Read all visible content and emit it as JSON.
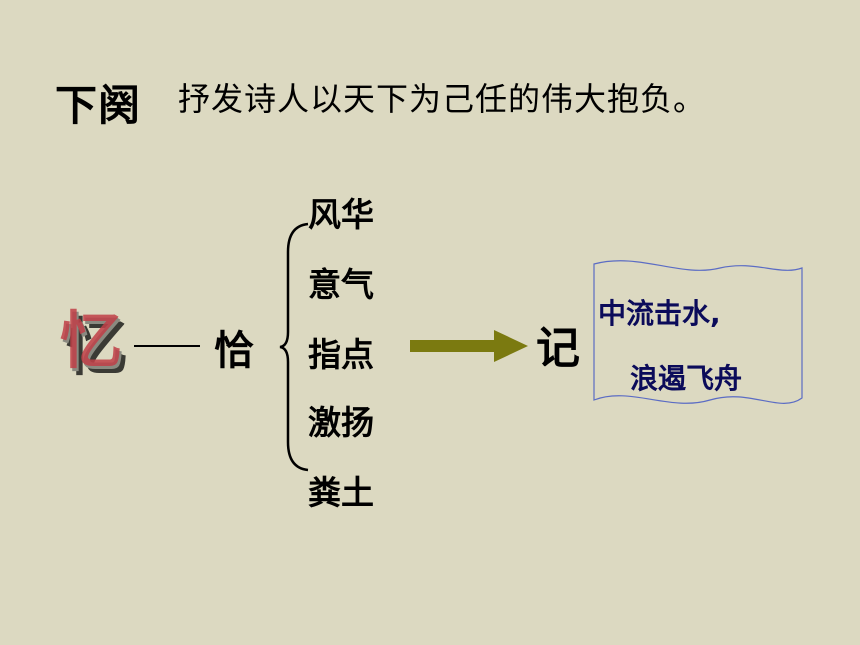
{
  "slide": {
    "heading": "下阕",
    "subtitle": "抒发诗人以天下为己任的伟大抱负。",
    "yi_char": "忆",
    "dash": "——",
    "qia": "恰",
    "items": [
      "风华",
      "意气",
      "指点",
      "激扬",
      "粪土"
    ],
    "ji": "记",
    "quote_line1": "中流击水,",
    "quote_line2": "浪遏飞舟"
  },
  "colors": {
    "background": "#dcd9c1",
    "arrow": "#7b7a10",
    "scroll_border": "#5b6cc4",
    "quote_text": "#0b0b5a"
  }
}
